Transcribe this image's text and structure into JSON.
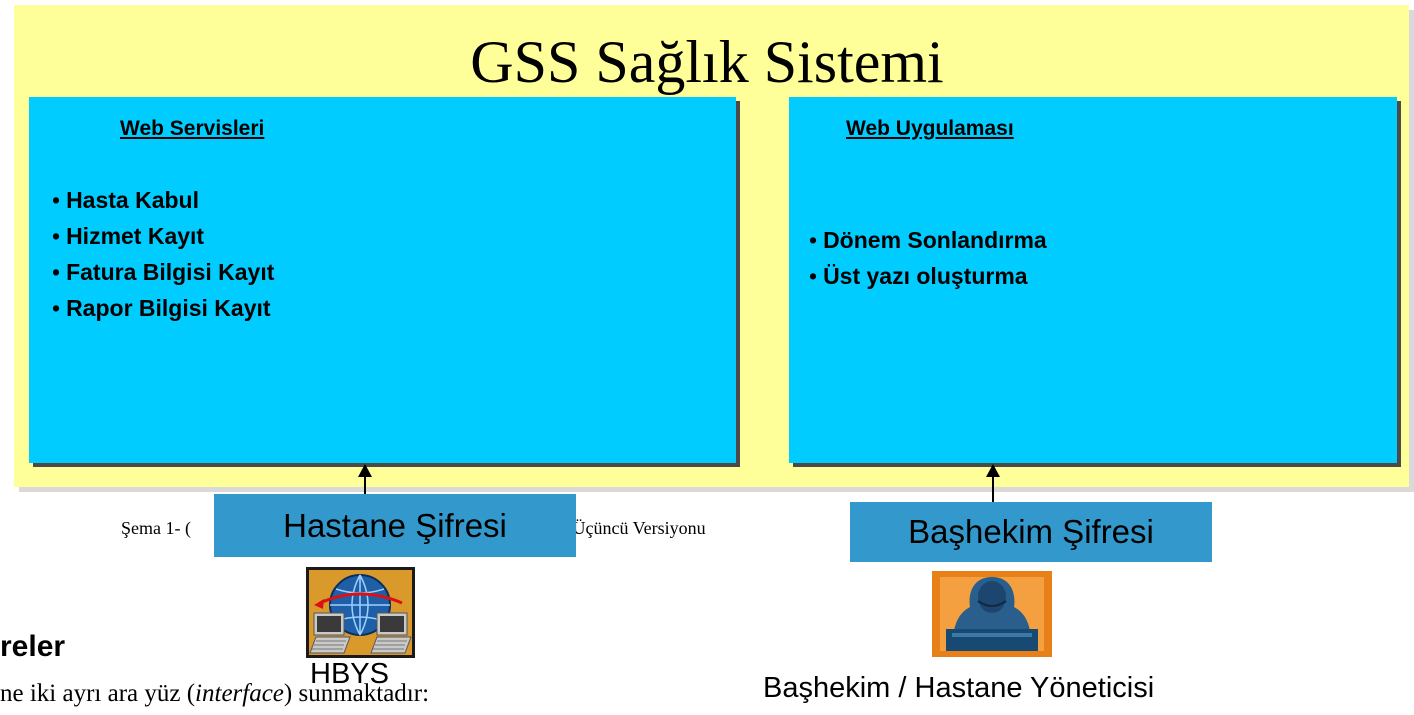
{
  "diagram": {
    "title": "GSS Sağlık Sistemi",
    "web_services": {
      "title": "Web Servisleri",
      "items": [
        "Hasta Kabul",
        "Hizmet Kayıt",
        "Fatura Bilgisi Kayıt",
        "Rapor Bilgisi Kayıt"
      ]
    },
    "web_application": {
      "title": "Web Uygulaması",
      "items": [
        "Dönem Sonlandırma",
        "Üst yazı oluşturma"
      ]
    },
    "hospital_password": "Hastane Şifresi",
    "chief_password": "Başhekim Şifresi",
    "hbys_label": "HBYS",
    "manager_label": "Başhekim / Hastane Yöneticisi",
    "bullet": "•"
  },
  "background_text": {
    "caption_start": "Şema 1- (",
    "caption_end": "ula) Üçüncü Versiyonu",
    "heading_partial": "reler",
    "body_partial_before": "ne iki ayrı ara yüz (",
    "body_partial_italic": "interface",
    "body_partial_after": ") sunmaktadır:"
  },
  "colors": {
    "panel": "#ffff99",
    "box": "#00ccff",
    "password_box": "#3399cc"
  },
  "icons": [
    "network-computers-icon",
    "manager-person-icon",
    "arrow-up-icon"
  ]
}
